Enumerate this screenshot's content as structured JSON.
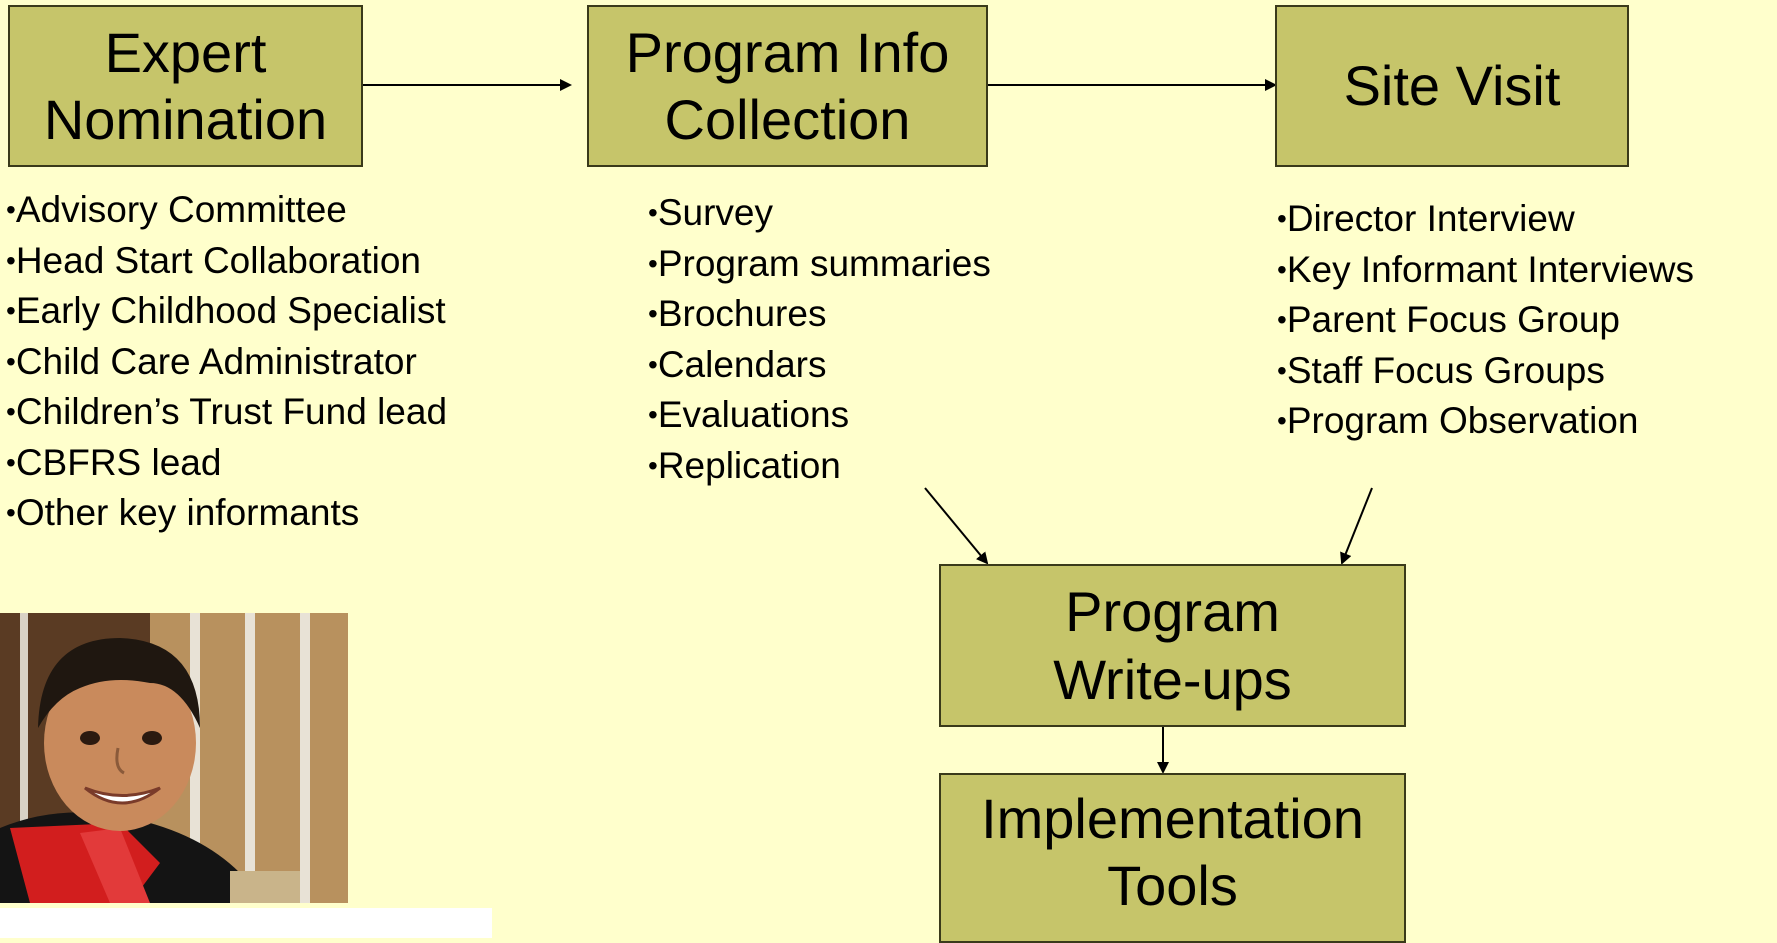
{
  "boxes": {
    "expert_nomination": [
      "Expert",
      "Nomination"
    ],
    "program_info_collection": [
      "Program Info",
      "Collection"
    ],
    "site_visit": [
      "Site Visit"
    ],
    "program_writeups": [
      "Program",
      "Write-ups"
    ],
    "implementation_tools": [
      "Implementation",
      "Tools"
    ]
  },
  "lists": {
    "expert_nomination": [
      "Advisory Committee",
      "Head Start Collaboration",
      "Early Childhood Specialist",
      "Child Care Administrator",
      "Children’s Trust Fund lead",
      "CBFRS lead",
      "Other key informants"
    ],
    "program_info_collection": [
      "Survey",
      "Program summaries",
      "Brochures",
      "Calendars",
      "Evaluations",
      "Replication"
    ],
    "site_visit": [
      "Director Interview",
      "Key Informant Interviews",
      "Parent Focus Group",
      "Staff Focus Groups",
      "Program Observation"
    ]
  },
  "colors": {
    "background": "#FFFFCC",
    "box_fill": "#C6C56A",
    "box_border": "#3a3a1a"
  }
}
